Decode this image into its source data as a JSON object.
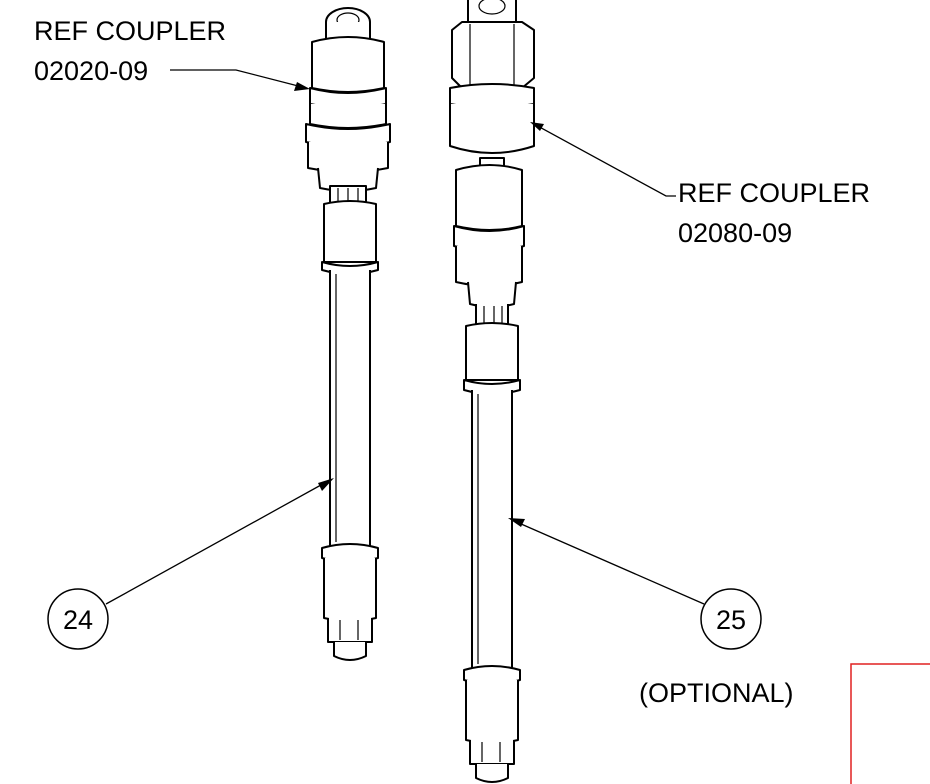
{
  "callouts": {
    "left_ref_line1": "REF COUPLER",
    "left_ref_line2": "02020-09",
    "right_ref_line1": "REF COUPLER",
    "right_ref_line2": "02080-09",
    "item_24": "24",
    "item_25": "25",
    "item_25_note": "(OPTIONAL)"
  },
  "colors": {
    "linework": "#000000",
    "background": "#ffffff",
    "frame": "#e02020"
  }
}
